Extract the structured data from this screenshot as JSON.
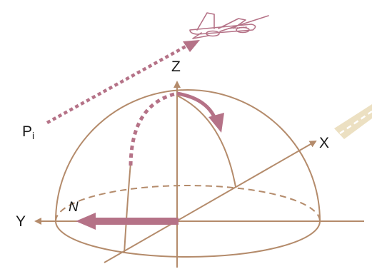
{
  "labels": {
    "z_axis": "Z",
    "x_axis": "X",
    "y_axis": "Y",
    "normal_vector": "N",
    "point_main": "P",
    "point_sub": "i"
  },
  "colors": {
    "hemisphere": "#b48b6b",
    "vector": "#b57287",
    "text": "#1a1a1a",
    "runway": "#ece0c2",
    "runway_stripe": "#ffffff"
  },
  "icons": {
    "aircraft": "airplane-icon",
    "runway": "runway-icon"
  }
}
